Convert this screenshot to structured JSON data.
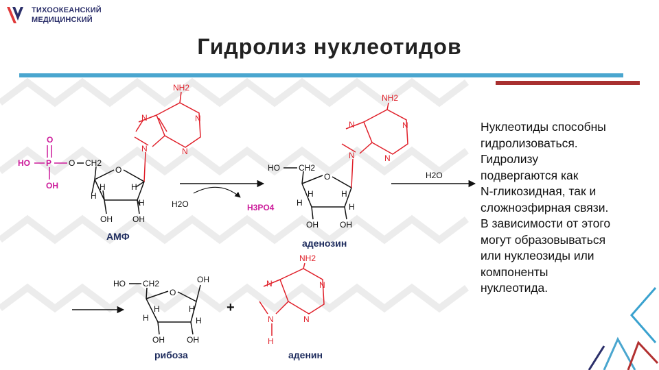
{
  "logo": {
    "line1": "ТИХООКЕАНСКИЙ",
    "line2": "МЕДИЦИНСКИЙ"
  },
  "title": "Гидролиз нуклеотидов",
  "body_lines": [
    "Нуклеотиды способны",
    "гидролизоваться.",
    "Гидролизу",
    "подвергаются как",
    "N-гликозидная, так и",
    "сложноэфирная связи.",
    "В зависимости от этого",
    "могут образовываться",
    "или нуклеозиды или",
    "компоненты",
    "нуклеотида."
  ],
  "labels": {
    "amp": "АМФ",
    "adenosine": "аденозин",
    "ribose": "рибоза",
    "adenine": "аденин",
    "plus": "+"
  },
  "reagents": {
    "water1": "H2O",
    "h3po4": "H3PO4",
    "water2": "H2O"
  },
  "atoms": {
    "N": "N",
    "NH2": "NH2",
    "O": "O",
    "P": "P",
    "HO": "HO",
    "OH": "OH",
    "H": "H",
    "CH2": "CH2"
  },
  "colors": {
    "title": "#222222",
    "blue_bar": "#4aa6cf",
    "red_bar": "#a83030",
    "base_red": "#e0202a",
    "phosphate_magenta": "#cc1a9a",
    "label_navy": "#1c2a5c"
  }
}
